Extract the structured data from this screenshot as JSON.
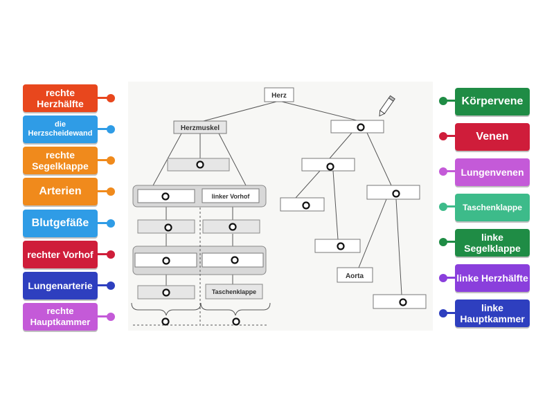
{
  "diagram": {
    "root": "Herz",
    "herzmuskel": "Herzmuskel",
    "linker_vorhof": "linker Vorhof",
    "taschenklappe": "Taschenklappe",
    "aorta": "Aorta"
  },
  "left_tiles": [
    {
      "label": "rechte Herzhälfte",
      "color": "#e8471d"
    },
    {
      "label": "die Herzscheidewand",
      "color": "#2f9ce6"
    },
    {
      "label": "rechte Segelklappe",
      "color": "#f08a1c"
    },
    {
      "label": "Arterien",
      "color": "#f08a1c"
    },
    {
      "label": "Blutgefäße",
      "color": "#2f9ce6"
    },
    {
      "label": "rechter Vorhof",
      "color": "#cf1d3a"
    },
    {
      "label": "Lungenarterie",
      "color": "#2e3fbf"
    },
    {
      "label": "rechte Hauptkammer",
      "color": "#c45ad8"
    }
  ],
  "right_tiles": [
    {
      "label": "Körpervene",
      "color": "#1f8c45"
    },
    {
      "label": "Venen",
      "color": "#cf1d3a"
    },
    {
      "label": "Lungenvenen",
      "color": "#c45ad8"
    },
    {
      "label": "Taschenklappe",
      "color": "#3dbb8a"
    },
    {
      "label": "linke Segelklappe",
      "color": "#1f8c45"
    },
    {
      "label": "linke Herzhälfte",
      "color": "#8a3fdc"
    },
    {
      "label": "linke Hauptkammer",
      "color": "#2e3fbf"
    }
  ]
}
